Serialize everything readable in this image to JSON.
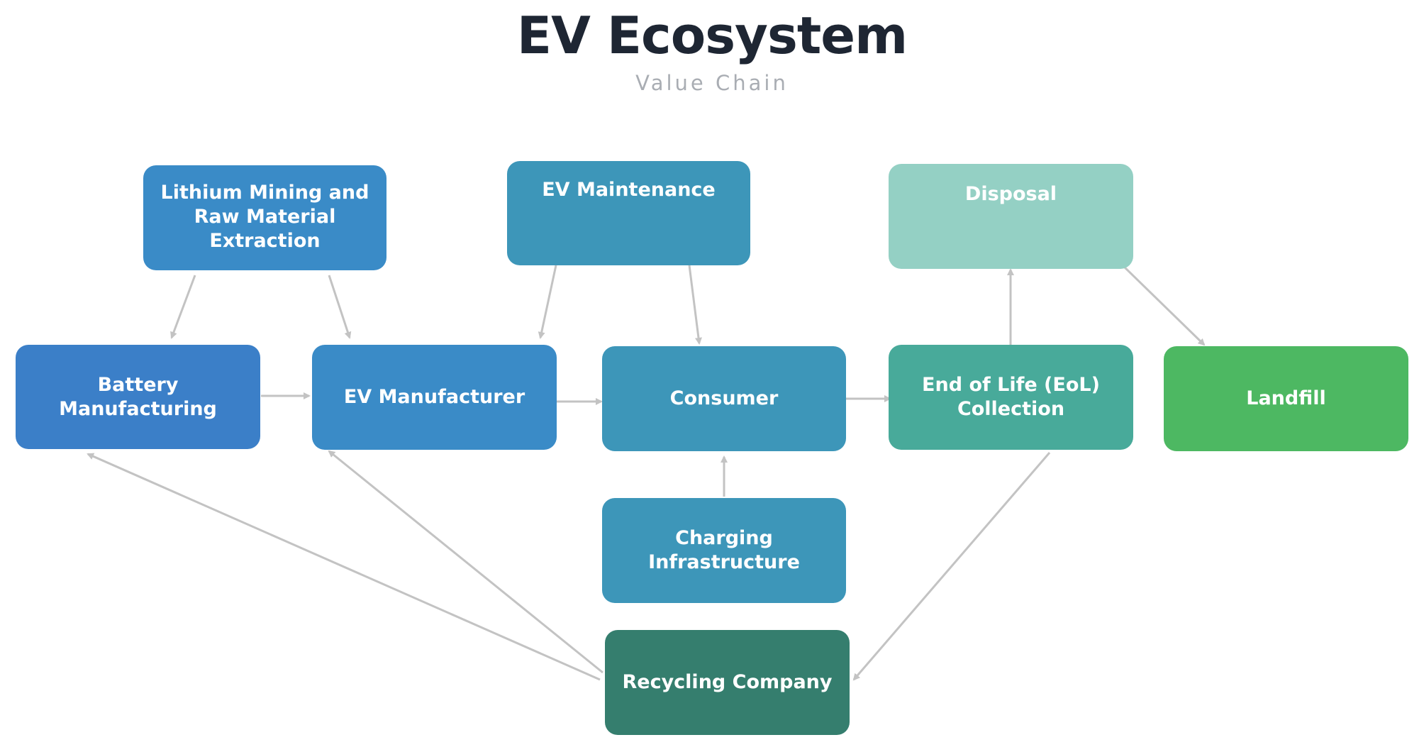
{
  "header": {
    "title": "EV Ecosystem",
    "subtitle": "Value Chain"
  },
  "colors": {
    "blue_dark": "#3b7fc8",
    "blue_mid": "#3a8bc7",
    "blue_teal": "#3d96b9",
    "teal_light": "#94d0c4",
    "teal": "#48aa9a",
    "green": "#4db862",
    "green_dark": "#357e6e",
    "arrow": "#c3c3c3"
  },
  "nodes": {
    "lithium": {
      "label": "Lithium Mining and Raw Material Extraction"
    },
    "maintenance": {
      "label": "EV Maintenance"
    },
    "disposal": {
      "label": "Disposal"
    },
    "battery": {
      "label": "Battery Manufacturing"
    },
    "manufacturer": {
      "label": "EV Manufacturer"
    },
    "consumer": {
      "label": "Consumer"
    },
    "eol": {
      "label": "End of Life (EoL) Collection"
    },
    "landfill": {
      "label": "Landfill"
    },
    "charging": {
      "label": "Charging Infrastructure"
    },
    "recycling": {
      "label": "Recycling Company"
    }
  }
}
